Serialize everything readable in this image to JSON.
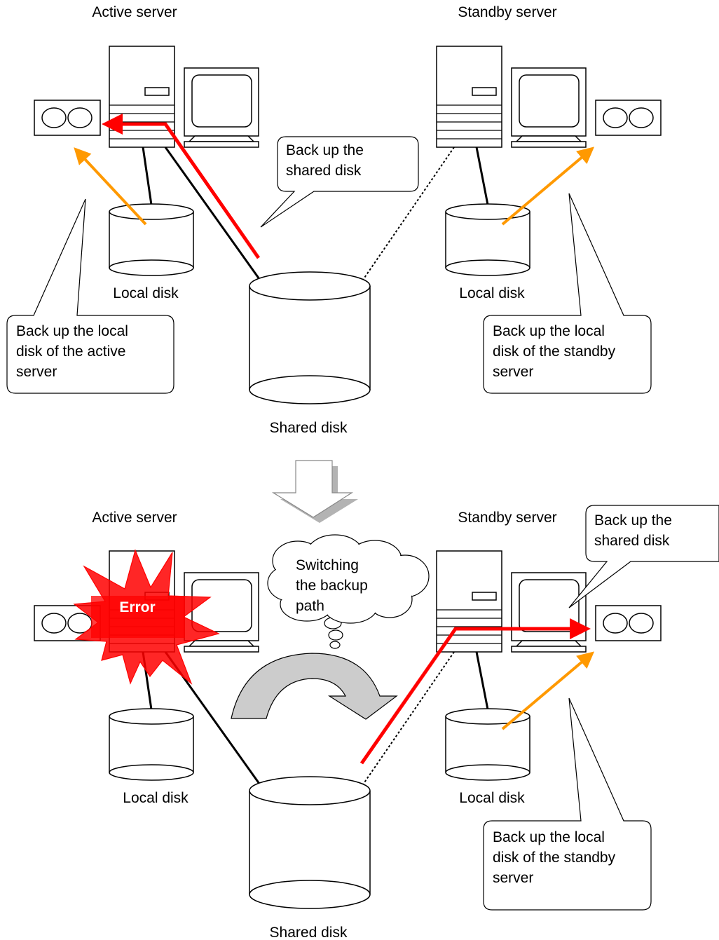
{
  "top": {
    "active_server": "Active server",
    "standby_server": "Standby server",
    "local_disk_active": "Local disk",
    "local_disk_standby": "Local disk",
    "shared_disk": "Shared disk",
    "callout_shared": [
      "Back up the",
      "shared disk"
    ],
    "callout_active_local": [
      "Back up the local",
      "disk of the active",
      "server"
    ],
    "callout_standby_local": [
      "Back up the local",
      "disk of the standby",
      "server"
    ]
  },
  "bottom": {
    "active_server": "Active server",
    "standby_server": "Standby server",
    "local_disk_active": "Local disk",
    "local_disk_standby": "Local disk",
    "shared_disk": "Shared disk",
    "error": "Error",
    "thought": [
      "Switching",
      "the backup",
      "path"
    ],
    "callout_shared": [
      "Back up the",
      "shared disk"
    ],
    "callout_standby_local": [
      "Back up the local",
      "disk of the standby",
      "server"
    ]
  },
  "colors": {
    "backup_path": "#ff0000",
    "local_backup": "#ff9900",
    "error_burst": "#ff0000",
    "switch_arrow": "#cccccc"
  }
}
